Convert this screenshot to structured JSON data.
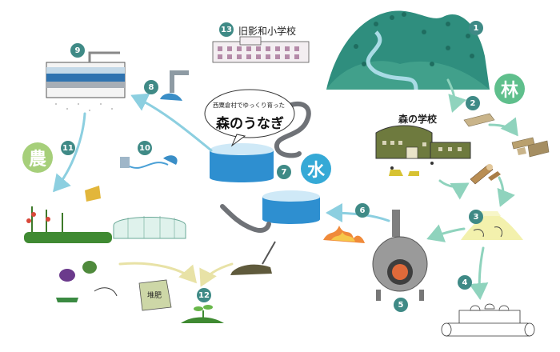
{
  "badges": {
    "n1": "1",
    "n2": "2",
    "n3": "3",
    "n4": "4",
    "n5": "5",
    "n6": "6",
    "n7": "7",
    "n8": "8",
    "n9": "9",
    "n10": "10",
    "n11": "11",
    "n12": "12",
    "n13": "13"
  },
  "categories": {
    "forest": {
      "label": "林",
      "color": "#5fbf8c"
    },
    "water": {
      "label": "水",
      "color": "#35a9d6"
    },
    "agriculture": {
      "label": "農",
      "color": "#a6cf7a"
    }
  },
  "labels": {
    "school_name": "旧影和小学校",
    "forest_school": "森の学校",
    "bubble_top": "西粟倉村でゆっくり育った",
    "bubble_main": "森のうなぎ",
    "fertilizer": "堆肥"
  }
}
